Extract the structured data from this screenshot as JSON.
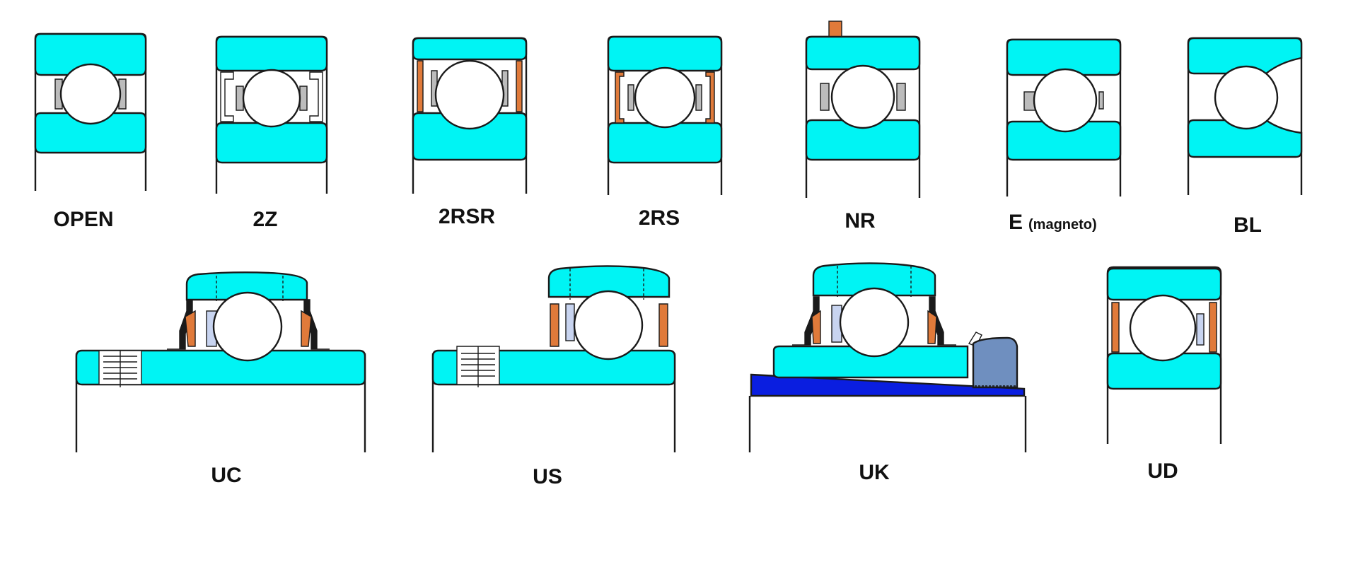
{
  "colors": {
    "ring": "#00f4f4",
    "seal": "#e07a3a",
    "cage": "#bcbcbc",
    "retainer": "#8e8e8e",
    "sleeve": "#0a1ee0",
    "nut": "#6f8fbf",
    "outline": "#1a1a1a"
  },
  "row1": [
    {
      "key": "open",
      "label": "OPEN"
    },
    {
      "key": "2z",
      "label": "2Z"
    },
    {
      "key": "2rsr",
      "label": "2RSR"
    },
    {
      "key": "2rs",
      "label": "2RS"
    },
    {
      "key": "nr",
      "label": "NR"
    },
    {
      "key": "e",
      "label": "E",
      "sublabel": "(magneto)"
    },
    {
      "key": "bl",
      "label": "BL"
    }
  ],
  "row2": [
    {
      "key": "uc",
      "label": "UC"
    },
    {
      "key": "us",
      "label": "US"
    },
    {
      "key": "uk",
      "label": "UK"
    },
    {
      "key": "ud",
      "label": "UD"
    }
  ]
}
